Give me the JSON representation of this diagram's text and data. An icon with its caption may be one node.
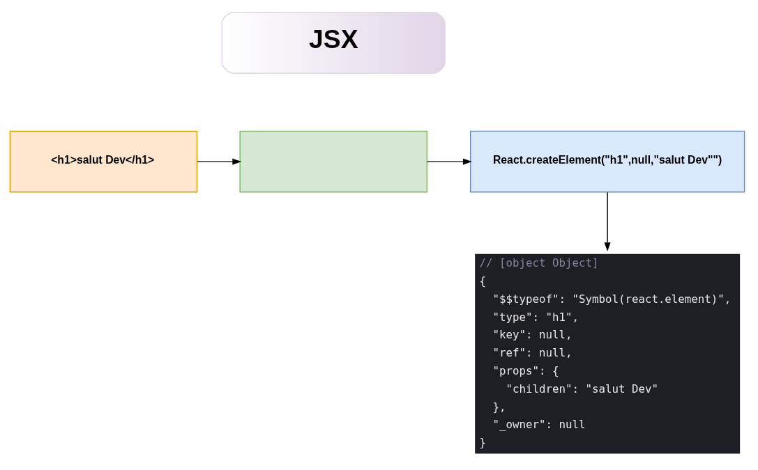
{
  "diagram": {
    "nodes": [
      {
        "text": [
          "JSX"
        ]
      },
      {
        "text": [
          "<h1>salut Dev</h1>"
        ]
      },
      {
        "text": [],
        "shape": "box"
      },
      {
        "text": [
          "React.createElement(\"h1\",null,\"salut Dev\"\")"
        ]
      },
      {
        "text": [
          "// [object Object]",
          "{",
          "\"$$typeof\": \"Symbol(react.element)\",",
          "\"type\": \"h1\",",
          "\"key\": null,",
          "\"ref\": null,",
          "\"props\": {",
          "\"children\": \"salut Dev\"",
          "},",
          "\"_owner\": null",
          "}"
        ]
      }
    ],
    "edges": [
      {
        "from": 1,
        "to": 2,
        "arrow": "to"
      },
      {
        "from": 2,
        "to": 3,
        "arrow": "to"
      },
      {
        "from": 3,
        "to": 4,
        "arrow": "to"
      }
    ]
  }
}
